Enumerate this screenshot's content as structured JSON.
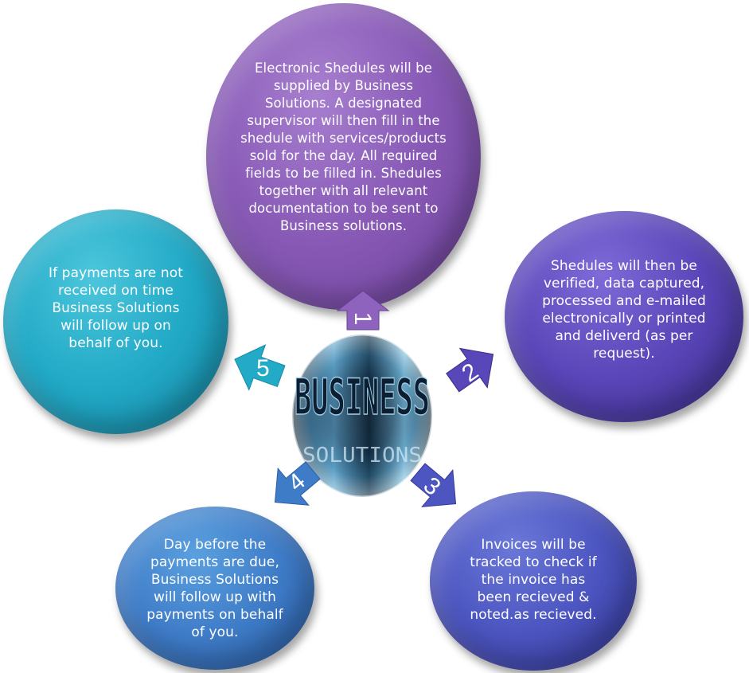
{
  "center": {
    "word1": "BUSINESS",
    "word2": "SOLUTIONS"
  },
  "steps": [
    {
      "number": "1",
      "text": "Electronic Shedules will be supplied by Business Solutions. A designated supervisor will then fill in the shedule with services/products sold for the day. All required fields to be filled in. Shedules together with all relevant documentation to  be sent to Business solutions."
    },
    {
      "number": "2",
      "text": "Shedules will then be verified, data captured, processed and e-mailed electronically or printed and deliverd (as per request)."
    },
    {
      "number": "3",
      "text": "Invoices will  be tracked to check if the invoice has been recieved & noted.as recieved."
    },
    {
      "number": "4",
      "text": "Day before the payments are due, Business Solutions will follow up with payments on behalf of you."
    },
    {
      "number": "5",
      "text": "If payments are not received on time Business Solutions will follow up on behalf of you."
    }
  ],
  "colors": {
    "step1": "#8a5cb8",
    "step2": "#5a46b8",
    "step3": "#4c55c0",
    "step4": "#3f7cc8",
    "step5": "#21a9c6"
  }
}
